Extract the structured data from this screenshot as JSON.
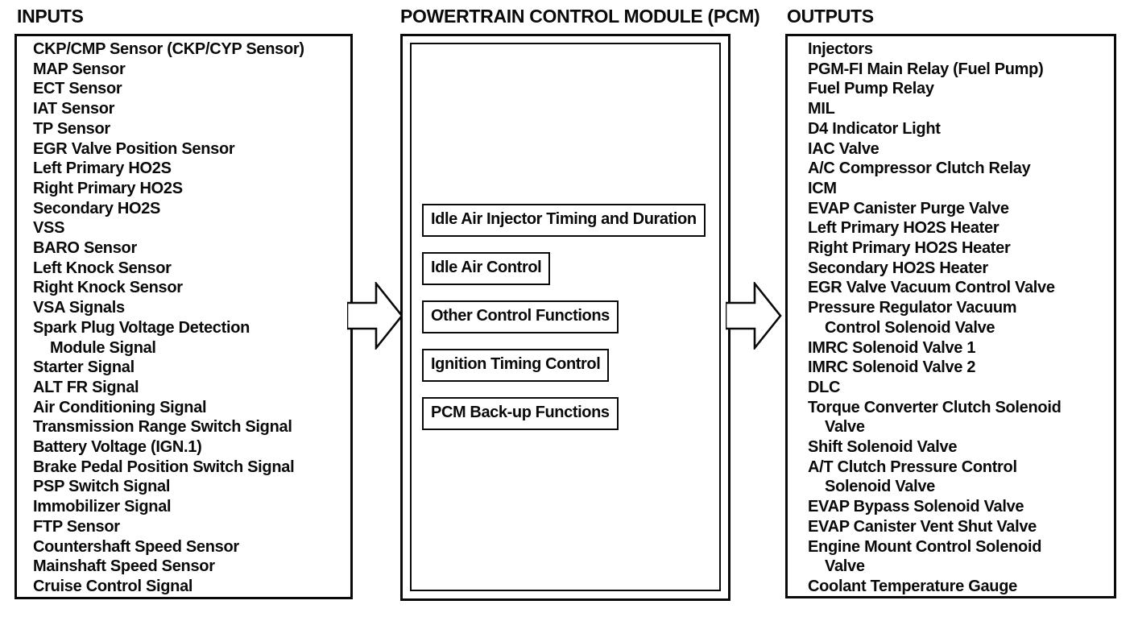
{
  "header": {
    "inputs_title": "INPUTS",
    "pcm_title": "POWERTRAIN CONTROL MODULE (PCM)",
    "outputs_title": "OUTPUTS"
  },
  "inputs": {
    "items": [
      "CKP/CMP Sensor (CKP/CYP Sensor)",
      "MAP Sensor",
      "ECT Sensor",
      "IAT Sensor",
      "TP Sensor",
      "EGR Valve Position Sensor",
      "Left Primary HO2S",
      "Right Primary HO2S",
      "Secondary HO2S",
      "VSS",
      "BARO Sensor",
      "Left Knock Sensor",
      "Right Knock Sensor",
      "VSA Signals",
      "Spark Plug Voltage Detection\n    Module Signal",
      "Starter Signal",
      "ALT FR Signal",
      "Air Conditioning Signal",
      "Transmission Range Switch Signal",
      "Battery Voltage (IGN.1)",
      "Brake Pedal Position Switch Signal",
      "PSP Switch Signal",
      "Immobilizer Signal",
      "FTP Sensor",
      "Countershaft Speed Sensor",
      "Mainshaft Speed Sensor",
      "Cruise Control Signal"
    ]
  },
  "pcm": {
    "functions": [
      "Idle Air Injector Timing and Duration",
      "Idle Air Control",
      "Other Control Functions",
      "Ignition Timing Control",
      "PCM Back-up Functions"
    ]
  },
  "outputs": {
    "items": [
      "Injectors",
      "PGM-FI Main Relay (Fuel Pump)",
      "Fuel Pump Relay",
      "MIL",
      "D4 Indicator Light",
      "IAC Valve",
      "A/C Compressor Clutch Relay",
      "ICM",
      "EVAP Canister Purge Valve",
      "Left Primary HO2S Heater",
      "Right Primary HO2S Heater",
      "Secondary HO2S Heater",
      "EGR Valve Vacuum Control Valve",
      "Pressure Regulator Vacuum\n    Control Solenoid Valve",
      "IMRC Solenoid Valve 1",
      "IMRC Solenoid Valve 2",
      "DLC",
      "Torque Converter Clutch Solenoid\n    Valve",
      "Shift Solenoid Valve",
      "A/T Clutch Pressure Control\n    Solenoid Valve",
      "EVAP Bypass Solenoid Valve",
      "EVAP Canister Vent Shut Valve",
      "Engine Mount Control Solenoid\n    Valve",
      "Coolant Temperature Gauge"
    ]
  },
  "colors": {
    "ink": "#0a0a0a",
    "paper": "#ffffff"
  }
}
